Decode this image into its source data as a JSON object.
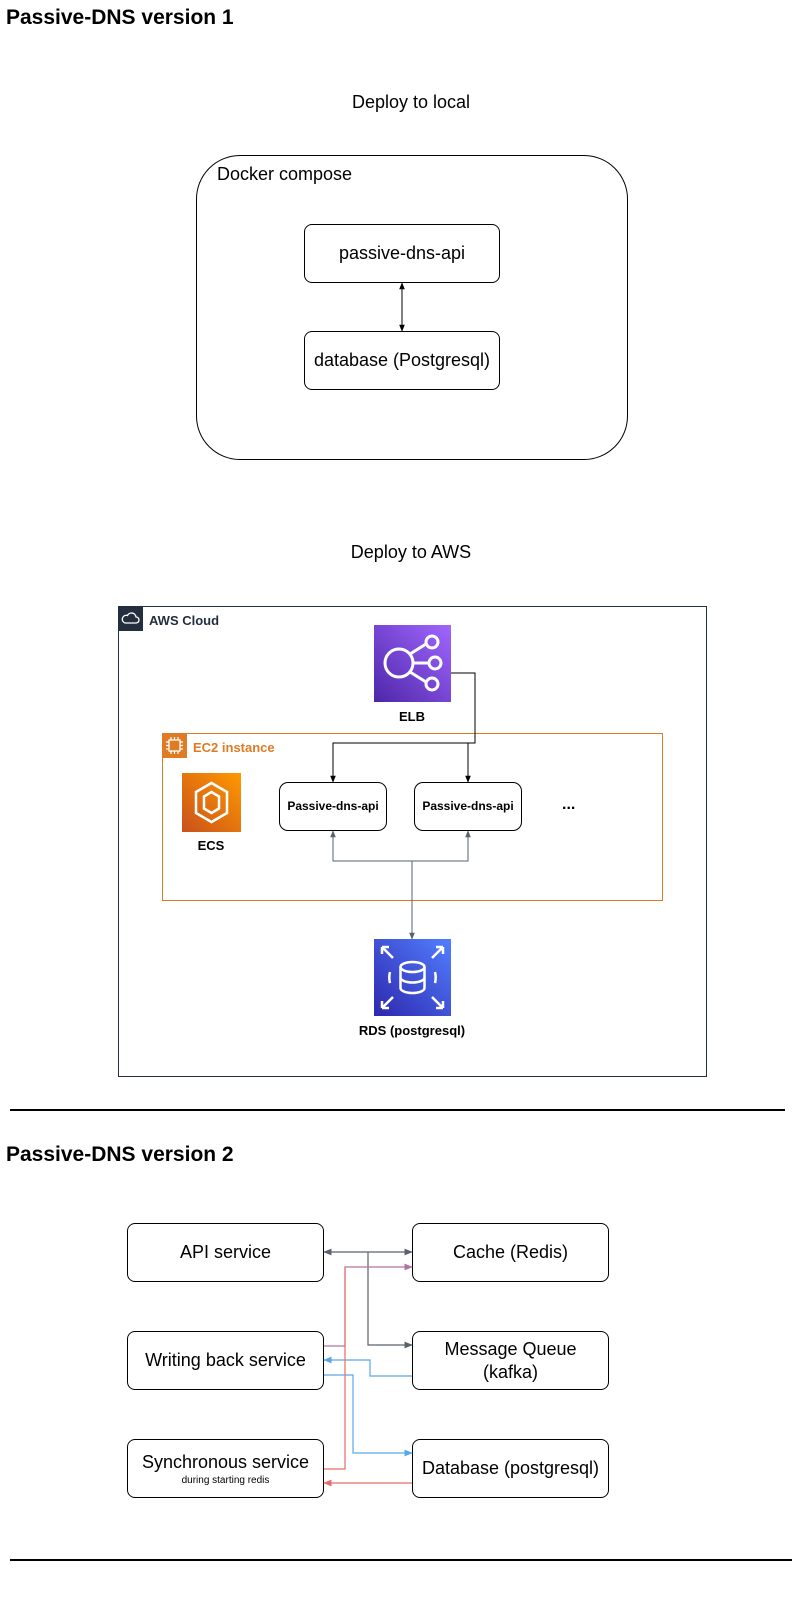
{
  "v1": {
    "heading": "Passive-DNS version 1",
    "local": {
      "label": "Deploy to local",
      "container": "Docker compose",
      "api": "passive-dns-api",
      "db": "database (Postgresql)"
    },
    "aws": {
      "label": "Deploy to AWS",
      "cloud_label": "AWS Cloud",
      "elb_label": "ELB",
      "ec2_label": "EC2 instance",
      "ecs_label": "ECS",
      "api_1": "Passive-dns-api",
      "api_2": "Passive-dns-api",
      "ellipsis": "...",
      "rds_label": "RDS (postgresql)"
    }
  },
  "v2": {
    "heading": "Passive-DNS version 2",
    "api_service": "API service",
    "cache": "Cache (Redis)",
    "writing_back": "Writing back service",
    "mq": "Message Queue (kafka)",
    "sync_service": "Synchronous service",
    "sync_note": "during starting redis",
    "database": "Database (postgresql)"
  },
  "colors": {
    "elb": "#8c4fff",
    "ecs": "#ed7100",
    "rds": "#3b48cc",
    "ec2_border": "#e07b25",
    "aws_border": "#232f3e",
    "arrow_gray": "#5a6270",
    "arrow_blue": "#5aa7e8",
    "arrow_red": "#ea6b66",
    "arrow_mauve": "#b5739d"
  }
}
